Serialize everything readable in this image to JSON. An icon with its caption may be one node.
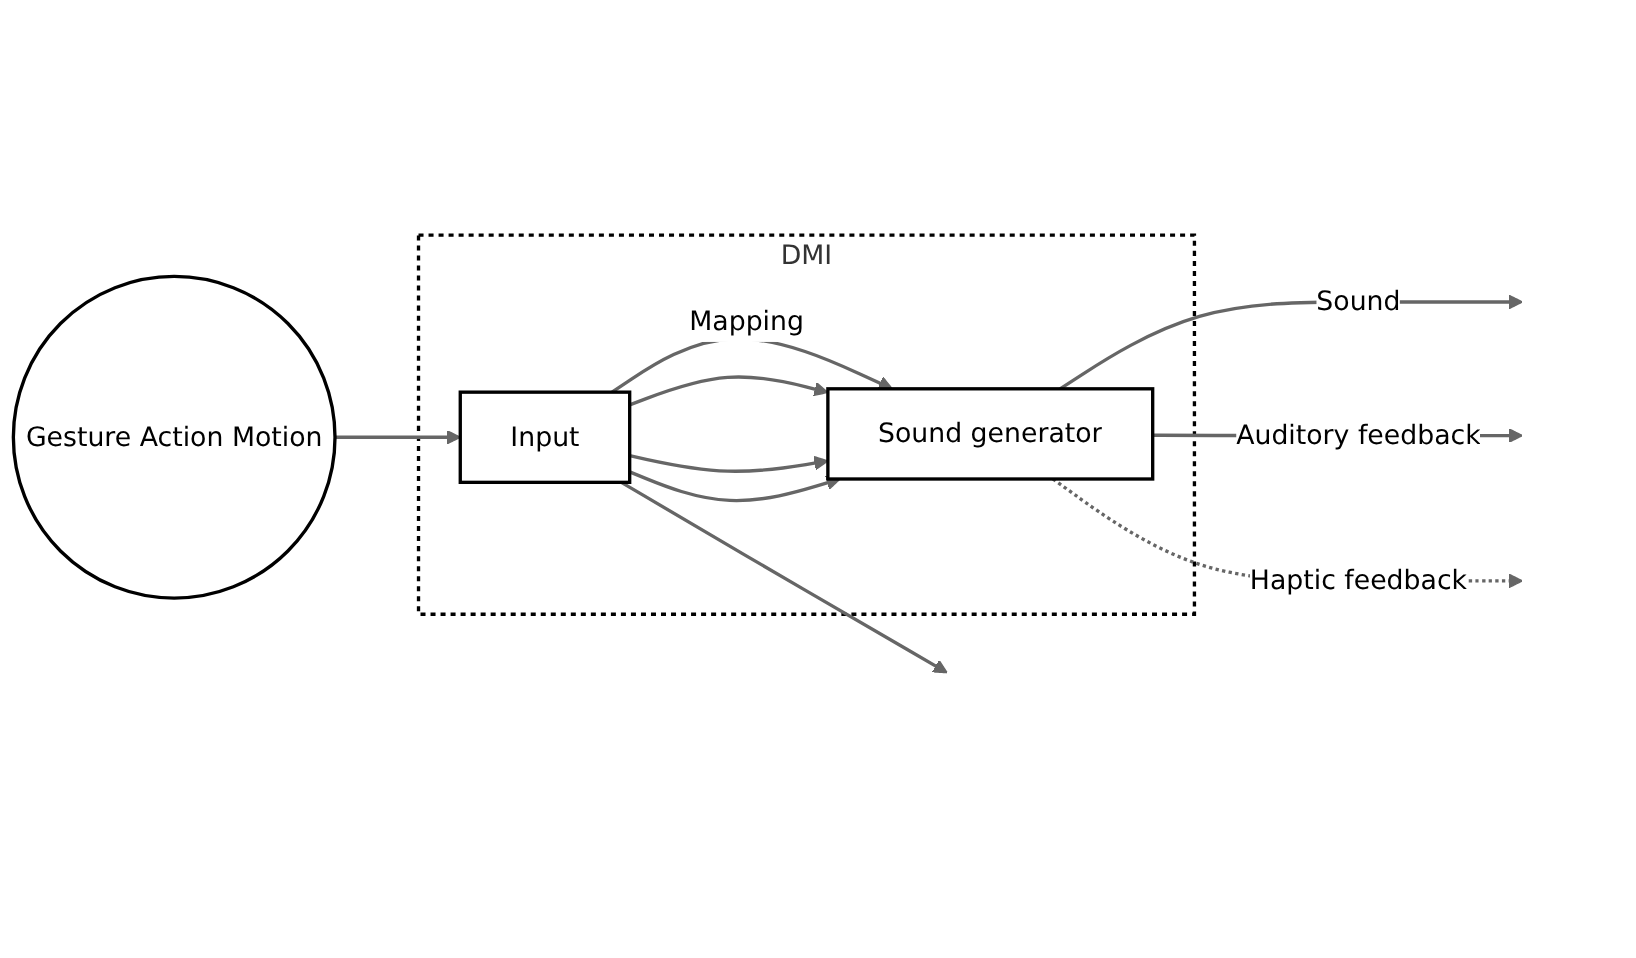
{
  "diagram": {
    "nodes": [
      {
        "text": [
          "DMI"
        ]
      },
      {
        "text": [
          "Input"
        ],
        "in": 0
      },
      {
        "text": [
          "Sound generator"
        ],
        "in": 0
      },
      {
        "text": [
          "Gesture Action Motion"
        ]
      }
    ],
    "edges": [
      {
        "from": 3,
        "to": 1,
        "arrow": "to"
      },
      {
        "from": 1,
        "to": 2,
        "arrow": "to",
        "label": "Mapping"
      },
      {
        "from": 1,
        "to": 2,
        "arrow": "to"
      },
      {
        "from": 1,
        "to": 2,
        "arrow": "to"
      },
      {
        "from": 1,
        "to": 2,
        "arrow": "to"
      },
      {
        "from": 1,
        "to": null,
        "arrow": "to"
      },
      {
        "from": 2,
        "to": null,
        "arrow": "to",
        "label": "Sound"
      },
      {
        "from": 2,
        "to": null,
        "arrow": "to",
        "label": "Auditory feedback"
      },
      {
        "from": 2,
        "to": null,
        "arrow": "to",
        "label": "Haptic feedback",
        "style": "dashed"
      }
    ]
  }
}
